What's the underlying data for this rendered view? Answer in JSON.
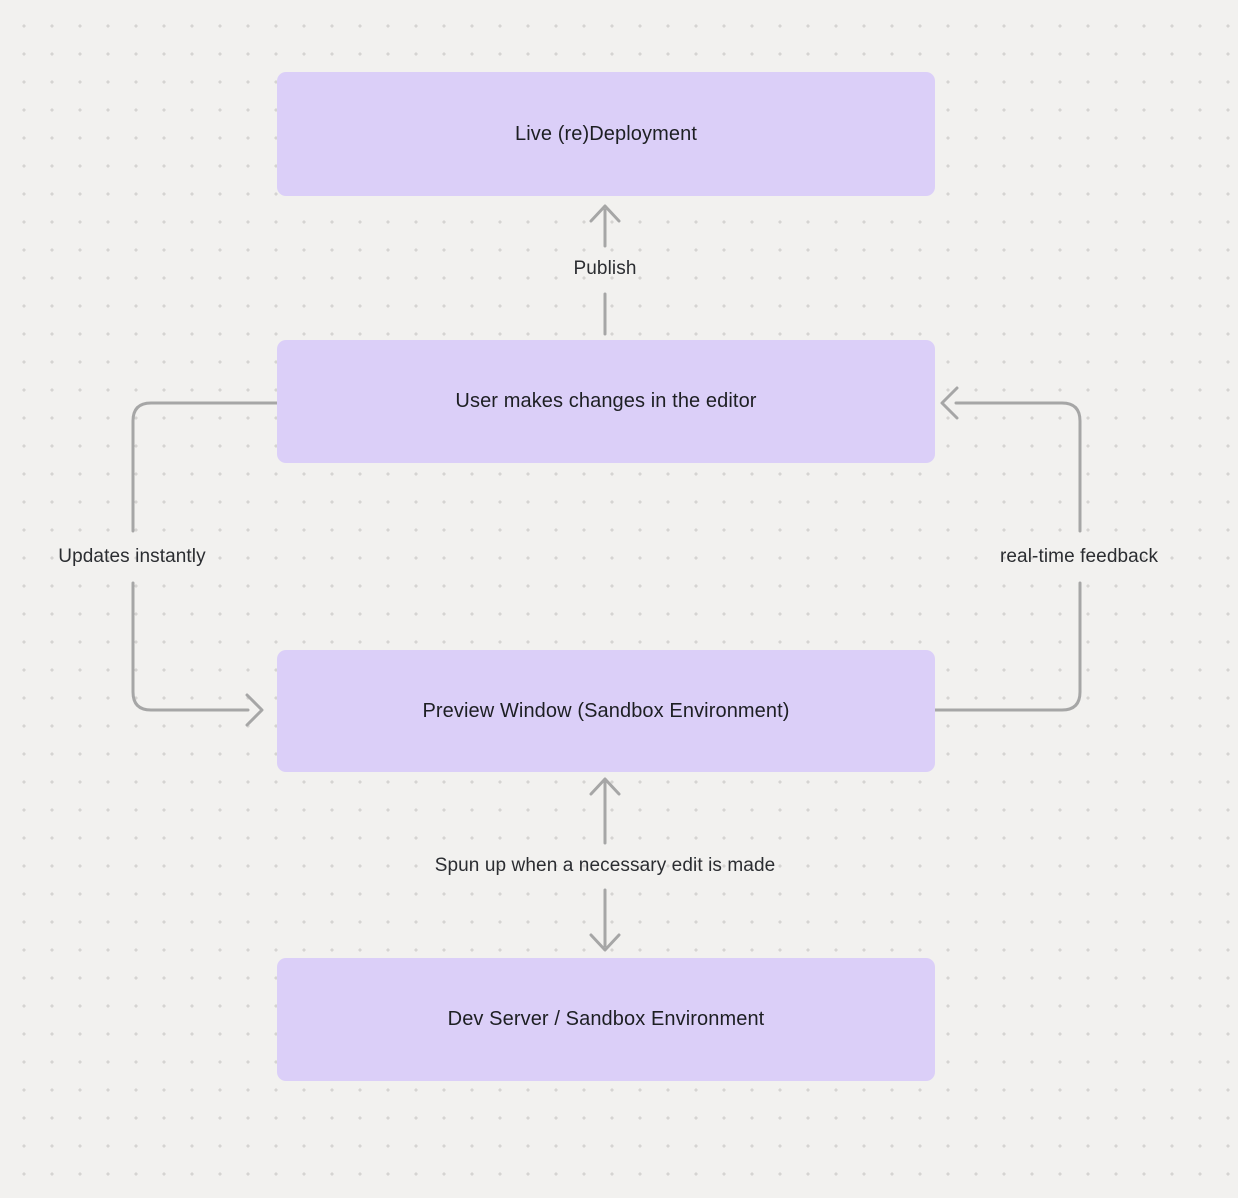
{
  "colors": {
    "background": "#f2f1ef",
    "dot_grid": "#d5d4d2",
    "node_fill": "#dbcff8",
    "node_text": "#1d1f23",
    "arrow": "#a6a6a6",
    "label_text": "#2b2d31"
  },
  "nodes": [
    {
      "id": "live-redeployment",
      "label": "Live (re)Deployment"
    },
    {
      "id": "user-editor",
      "label": "User makes changes in the editor"
    },
    {
      "id": "preview-window",
      "label": "Preview Window (Sandbox Environment)"
    },
    {
      "id": "dev-server",
      "label": "Dev Server / Sandbox Environment"
    }
  ],
  "edges": [
    {
      "id": "publish",
      "label": "Publish"
    },
    {
      "id": "updates-instantly",
      "label": "Updates instantly"
    },
    {
      "id": "real-time-feedback",
      "label": "real-time feedback"
    },
    {
      "id": "spun-up",
      "label": "Spun up when a necessary edit is made"
    }
  ]
}
